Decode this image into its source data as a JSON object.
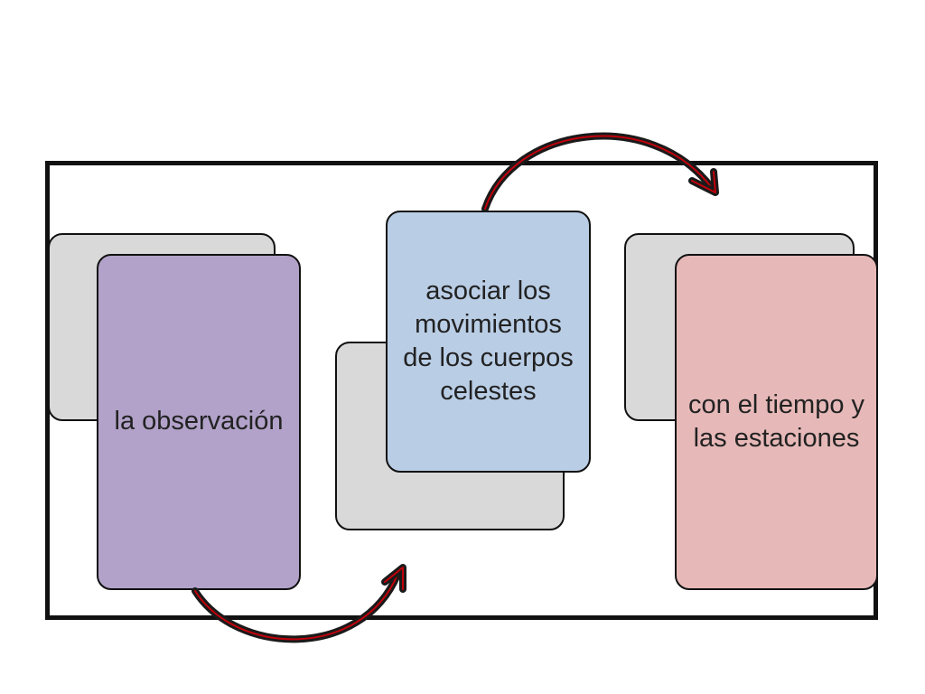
{
  "diagram": {
    "steps": [
      {
        "label": "la observación",
        "color": "#b2a2c9"
      },
      {
        "label": "asociar los movimientos de los cuerpos celestes",
        "color": "#b9cde5"
      },
      {
        "label": "con el tiempo y las estaciones",
        "color": "#e6b9b8"
      }
    ],
    "back_card_color": "#d9d9d9",
    "arrow_outline_color": "#1a1a1a",
    "arrow_inner_color": "#c0000b"
  }
}
